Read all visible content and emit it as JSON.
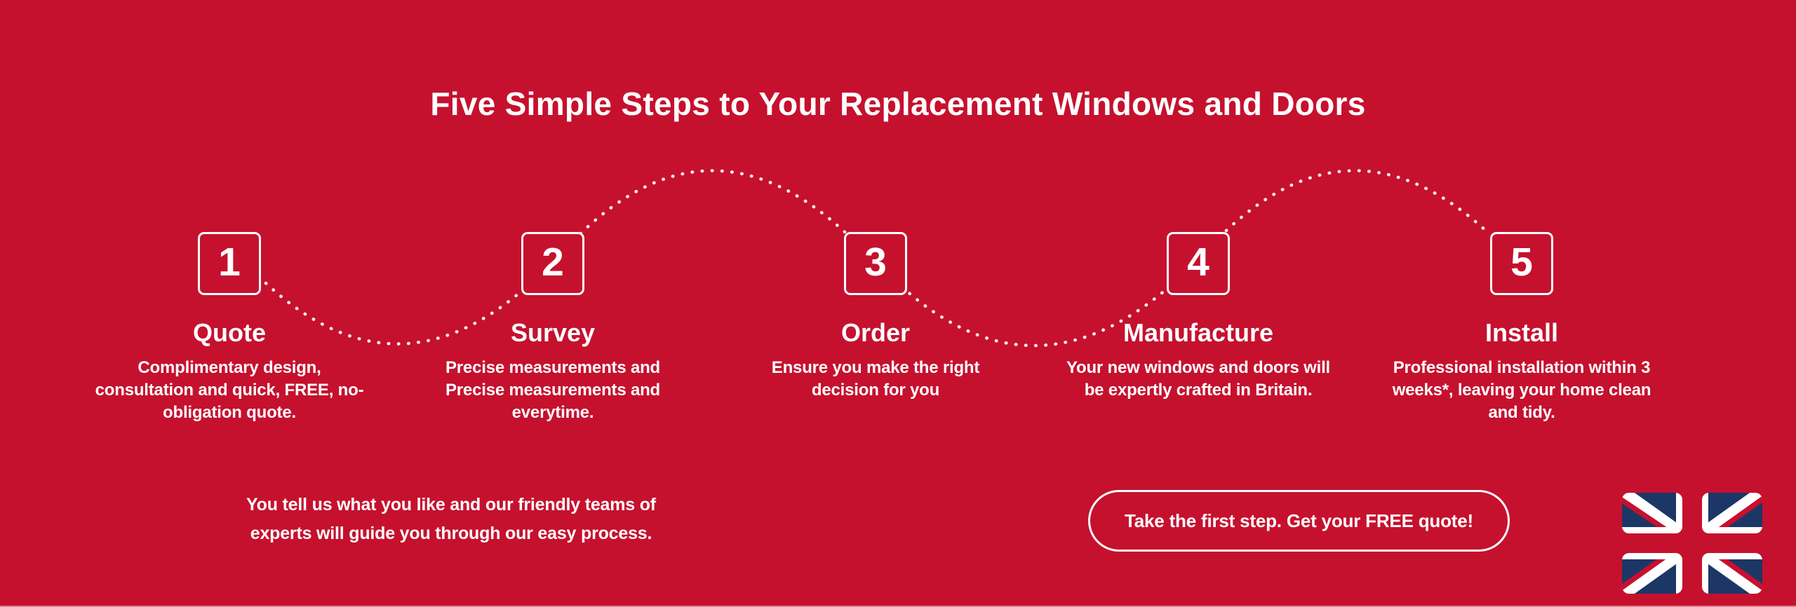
{
  "page": {
    "title": "Five Simple Steps to Your Replacement Windows and Doors"
  },
  "colors": {
    "background": "#C5112E",
    "text": "#FFFFFF",
    "dotted_line": "#FFFFFF",
    "flag_navy": "#1C3766",
    "flag_red": "#C8102E",
    "flag_white": "#FFFFFF"
  },
  "steps": [
    {
      "number": "1",
      "label": "Quote",
      "description": "Complimentary design,\nconsultation and quick, FREE, no-\nobligation quote."
    },
    {
      "number": "2",
      "label": "Survey",
      "description": "Precise measurements and\nPrecise measurements and\neverytime."
    },
    {
      "number": "3",
      "label": "Order",
      "description": "Ensure you make the right\ndecision for you"
    },
    {
      "number": "4",
      "label": "Manufacture",
      "description": "Your new windows and doors will\nbe expertly crafted in Britain."
    },
    {
      "number": "5",
      "label": "Install",
      "description": "Professional installation within 3\nweeks*, leaving your home clean\nand tidy."
    }
  ],
  "footer": {
    "tagline": "You tell us what you like and our friendly teams of\nexperts will guide you through our easy process.",
    "cta_label": "Take the first step. Get your FREE quote!"
  },
  "icons": {
    "flag": "union-jack-flag"
  }
}
